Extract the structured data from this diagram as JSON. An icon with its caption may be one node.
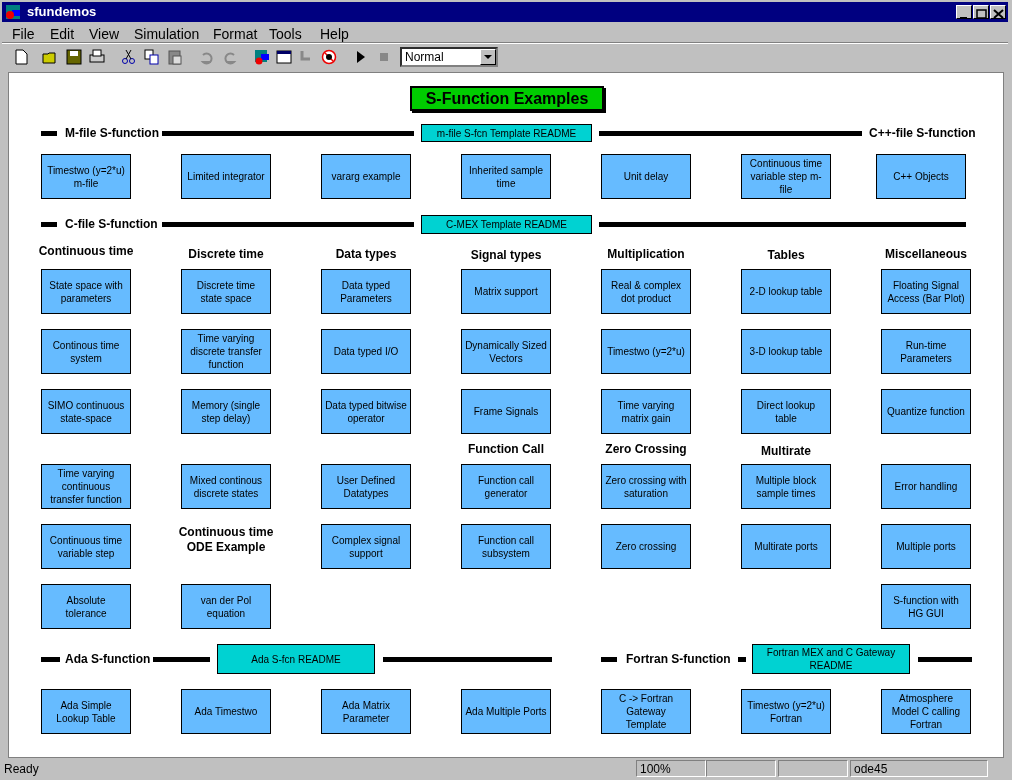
{
  "diagram": {
    "title": "S-Function Examples",
    "nodes": [
      {
        "text": [
          "m-file S-fcn Template README"
        ]
      },
      {
        "text": [
          "Timestwo (y=2*u) m-file"
        ]
      },
      {
        "text": [
          "Limited integrator"
        ]
      },
      {
        "text": [
          "vararg example"
        ]
      },
      {
        "text": [
          "Inherited sample time"
        ]
      },
      {
        "text": [
          "Unit delay"
        ]
      },
      {
        "text": [
          "Continuous time variable step m-file"
        ]
      },
      {
        "text": [
          "C++ Objects"
        ]
      },
      {
        "text": [
          "C-MEX Template README"
        ]
      },
      {
        "text": [
          "State space with parameters"
        ]
      },
      {
        "text": [
          "Discrete time state space"
        ]
      },
      {
        "text": [
          "Data typed Parameters"
        ]
      },
      {
        "text": [
          "Matrix support"
        ]
      },
      {
        "text": [
          "Real & complex dot product"
        ]
      },
      {
        "text": [
          "2-D lookup table"
        ]
      },
      {
        "text": [
          "Floating Signal Access (Bar Plot)"
        ]
      },
      {
        "text": [
          "Continous time system"
        ]
      },
      {
        "text": [
          "Time varying discrete transfer function"
        ]
      },
      {
        "text": [
          "Data typed I/O"
        ]
      },
      {
        "text": [
          "Dynamically Sized Vectors"
        ]
      },
      {
        "text": [
          "Timestwo (y=2*u)"
        ]
      },
      {
        "text": [
          "3-D lookup table"
        ]
      },
      {
        "text": [
          "Run-time Parameters"
        ]
      },
      {
        "text": [
          "SIMO continuous state-space"
        ]
      },
      {
        "text": [
          "Memory (single step delay)"
        ]
      },
      {
        "text": [
          "Data typed bitwise operator"
        ]
      },
      {
        "text": [
          "Frame Signals"
        ]
      },
      {
        "text": [
          "Time varying matrix gain"
        ]
      },
      {
        "text": [
          "Direct lookup table"
        ]
      },
      {
        "text": [
          "Quantize function"
        ]
      },
      {
        "text": [
          "Time varying continuous transfer function"
        ]
      },
      {
        "text": [
          "Mixed continous discrete states"
        ]
      },
      {
        "text": [
          "User Defined Datatypes"
        ]
      },
      {
        "text": [
          "Function call generator"
        ]
      },
      {
        "text": [
          "Zero crossing with saturation"
        ]
      },
      {
        "text": [
          "Multiple block sample times"
        ]
      },
      {
        "text": [
          "Error handling"
        ]
      },
      {
        "text": [
          "Continuous time variable step"
        ]
      },
      {
        "text": [
          "Complex signal support"
        ]
      },
      {
        "text": [
          "Function call subsystem"
        ]
      },
      {
        "text": [
          "Zero crossing"
        ]
      },
      {
        "text": [
          "Multirate ports"
        ]
      },
      {
        "text": [
          "Multiple ports"
        ]
      },
      {
        "text": [
          "Absolute tolerance"
        ]
      },
      {
        "text": [
          "van der Pol equation"
        ]
      },
      {
        "text": [
          "S-function with HG GUI"
        ]
      },
      {
        "text": [
          "Ada S-fcn README"
        ]
      },
      {
        "text": [
          "Fortran MEX and C Gateway README"
        ]
      },
      {
        "text": [
          "Ada Simple Lookup Table"
        ]
      },
      {
        "text": [
          "Ada Timestwo"
        ]
      },
      {
        "text": [
          "Ada Matrix Parameter"
        ]
      },
      {
        "text": [
          "Ada Multiple Ports"
        ]
      },
      {
        "text": [
          "C -> Fortran Gateway Template"
        ]
      },
      {
        "text": [
          "Timestwo (y=2*u) Fortran"
        ]
      },
      {
        "text": [
          "Atmosphere Model C calling Fortran"
        ]
      }
    ],
    "labels": [
      "sfundemos",
      "File",
      "Edit",
      "View",
      "Simulation",
      "Format",
      "Tools",
      "Help",
      "Normal",
      "M-file S-function",
      "C++-file S-function",
      "C-file S-function",
      "Continuous time",
      "Discrete time",
      "Data types",
      "Signal types",
      "Multiplication",
      "Tables",
      "Miscellaneous",
      "Function Call",
      "Zero Crossing",
      "Multirate",
      "Continuous time ODE Example",
      "Ada S-function",
      "Fortran S-function",
      "Ready",
      "100%",
      "ode45"
    ]
  }
}
